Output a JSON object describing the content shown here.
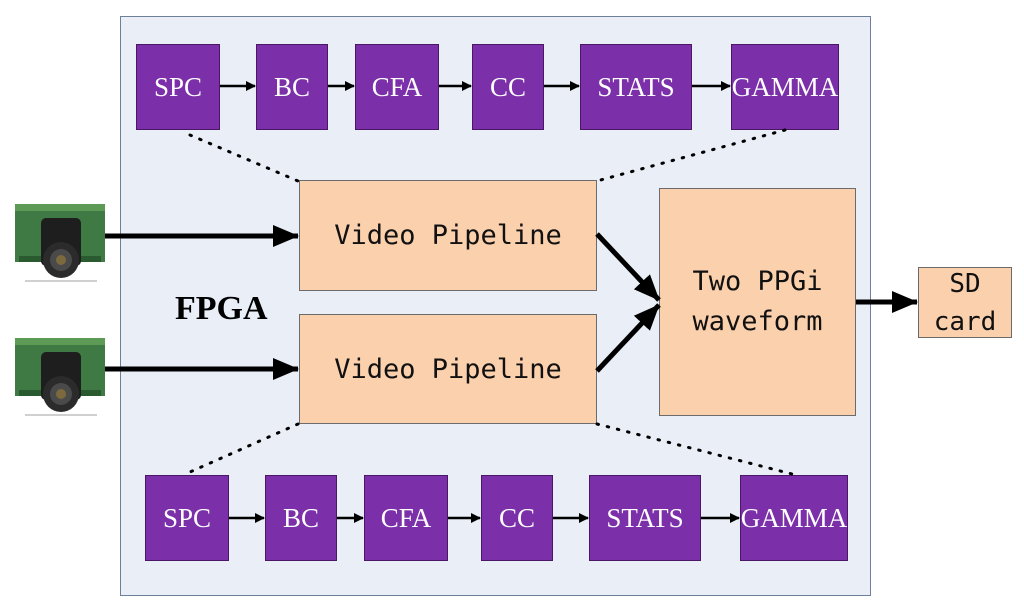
{
  "board_label": "FPGA",
  "top_chain": [
    "SPC",
    "BC",
    "CFA",
    "CC",
    "STATS",
    "GAMMA"
  ],
  "bottom_chain": [
    "SPC",
    "BC",
    "CFA",
    "CC",
    "STATS",
    "GAMMA"
  ],
  "pipeline_top": "Video Pipeline",
  "pipeline_bottom": "Video Pipeline",
  "merger": {
    "line1": "Two PPGi",
    "line2": "waveform"
  },
  "sd_card": {
    "line1": "SD",
    "line2": "card"
  },
  "colors": {
    "stage_fill": "#7b2fa8",
    "pipeline_fill": "#fbd0ad",
    "board_fill": "#e9eef7"
  },
  "icons": [
    "camera-icon",
    "camera-icon"
  ]
}
